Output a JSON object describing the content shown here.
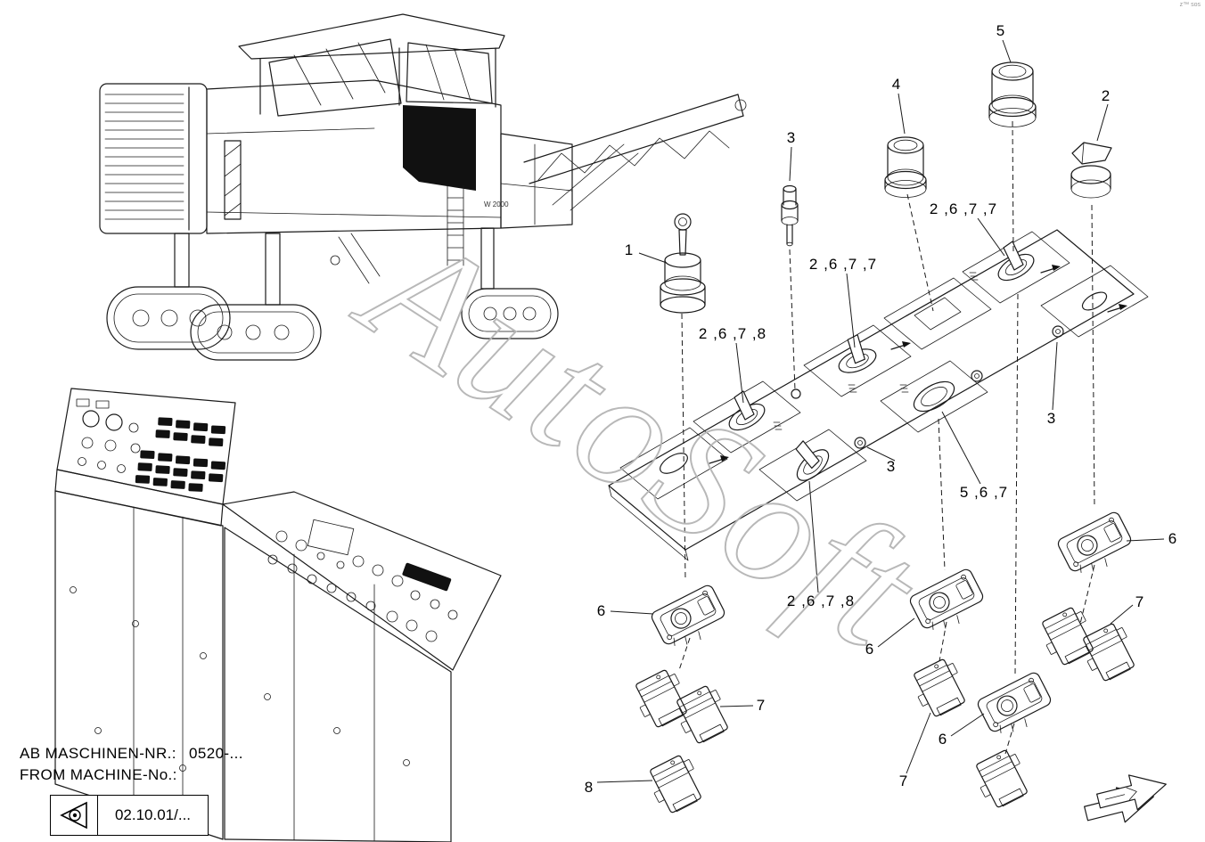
{
  "meta": {
    "watermark": "AutoSoft",
    "top_right_mark": "z™ sos",
    "machine_model": "W 2000"
  },
  "footer": {
    "machine_nr_label_de": "AB MASCHINEN-NR.:",
    "machine_nr_value": "0520-...",
    "machine_nr_label_en": "FROM MACHINE-No.:",
    "section_ref": "02.10.01/..."
  },
  "icons": {
    "reference_box_icon": "eye-icon",
    "nav_arrow_icon": "block-arrow-right-icon"
  },
  "callouts": {
    "c1": "1",
    "c2": "2",
    "c3a": "3",
    "c3b": "3",
    "c3c": "3",
    "c4": "4",
    "c5": "5",
    "c2677a": "2 ,6 ,7 ,7",
    "c2677b": "2 ,6 ,7 ,7",
    "c2678a": "2 ,6 ,7 ,8",
    "c2678b": "2 ,6 ,7 ,8",
    "c567": "5 ,6 ,7",
    "c6a": "6",
    "c6b": "6",
    "c6c": "6",
    "c6d": "6",
    "c7a": "7",
    "c7b": "7",
    "c7c": "7",
    "c8": "8"
  }
}
